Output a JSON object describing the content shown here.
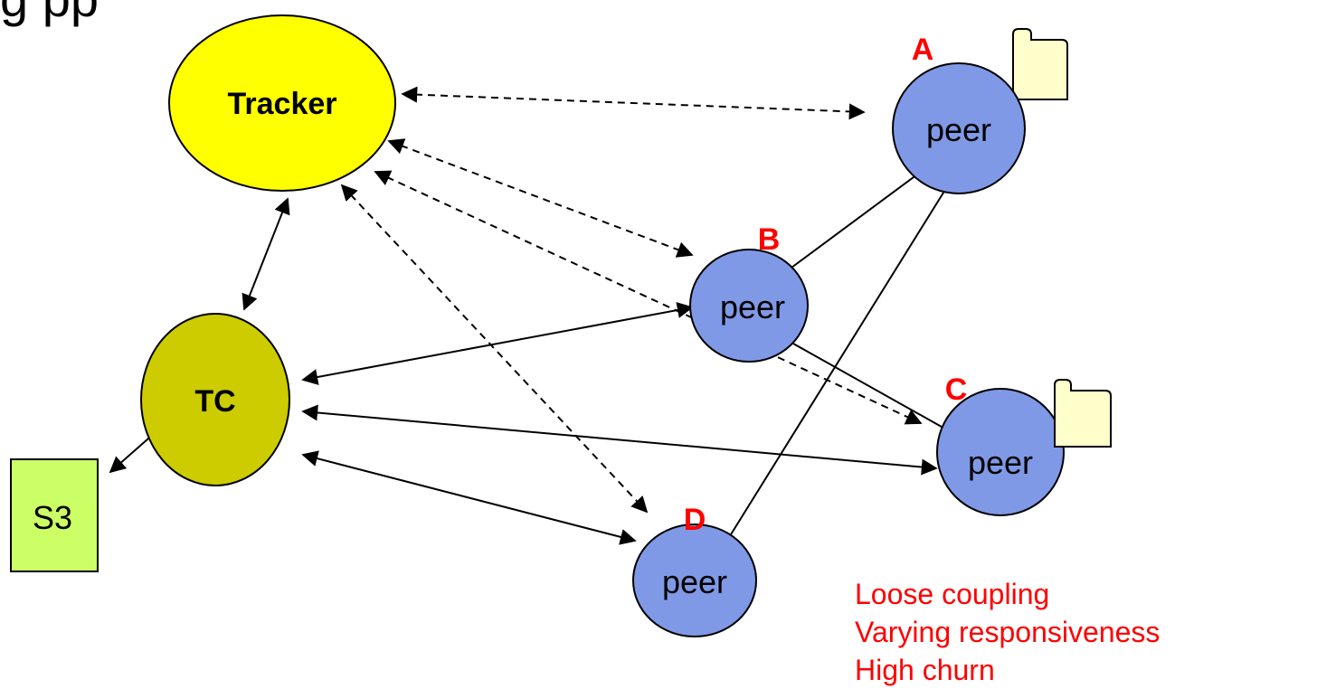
{
  "heading_fragment": "g pp",
  "colors": {
    "tracker_fill": "#ffff00",
    "tc_fill": "#cccc00",
    "peer_fill": "#8099e6",
    "s3_fill": "#ccff66",
    "file_fill": "#ffffcc",
    "note_color": "#ff0000"
  },
  "nodes": {
    "tracker": {
      "label": "Tracker"
    },
    "tc": {
      "label": "TC"
    },
    "s3": {
      "label": "S3"
    },
    "peer_a": {
      "label": "peer",
      "letter": "A",
      "has_file": true
    },
    "peer_b": {
      "label": "peer",
      "letter": "B",
      "has_file": false
    },
    "peer_c": {
      "label": "peer",
      "letter": "C",
      "has_file": true
    },
    "peer_d": {
      "label": "peer",
      "letter": "D",
      "has_file": false
    }
  },
  "edges": [
    {
      "from": "tracker",
      "to": "peer_a",
      "style": "dashed",
      "arrows": "both"
    },
    {
      "from": "tracker",
      "to": "peer_b",
      "style": "dashed",
      "arrows": "both"
    },
    {
      "from": "tracker",
      "to": "peer_c",
      "style": "dashed",
      "arrows": "both"
    },
    {
      "from": "tracker",
      "to": "peer_d",
      "style": "dashed",
      "arrows": "both"
    },
    {
      "from": "tracker",
      "to": "tc",
      "style": "solid",
      "arrows": "both"
    },
    {
      "from": "tc",
      "to": "peer_b",
      "style": "solid",
      "arrows": "both"
    },
    {
      "from": "tc",
      "to": "peer_c",
      "style": "solid",
      "arrows": "both"
    },
    {
      "from": "tc",
      "to": "peer_d",
      "style": "solid",
      "arrows": "both"
    },
    {
      "from": "tc",
      "to": "s3",
      "style": "solid",
      "arrows": "to"
    },
    {
      "from": "peer_a",
      "to": "peer_b",
      "style": "solid",
      "arrows": "none"
    },
    {
      "from": "peer_a",
      "to": "peer_d",
      "style": "solid",
      "arrows": "none"
    },
    {
      "from": "peer_b",
      "to": "peer_c",
      "style": "solid",
      "arrows": "none"
    }
  ],
  "notes": [
    "Loose coupling",
    "Varying responsiveness",
    "High churn"
  ]
}
